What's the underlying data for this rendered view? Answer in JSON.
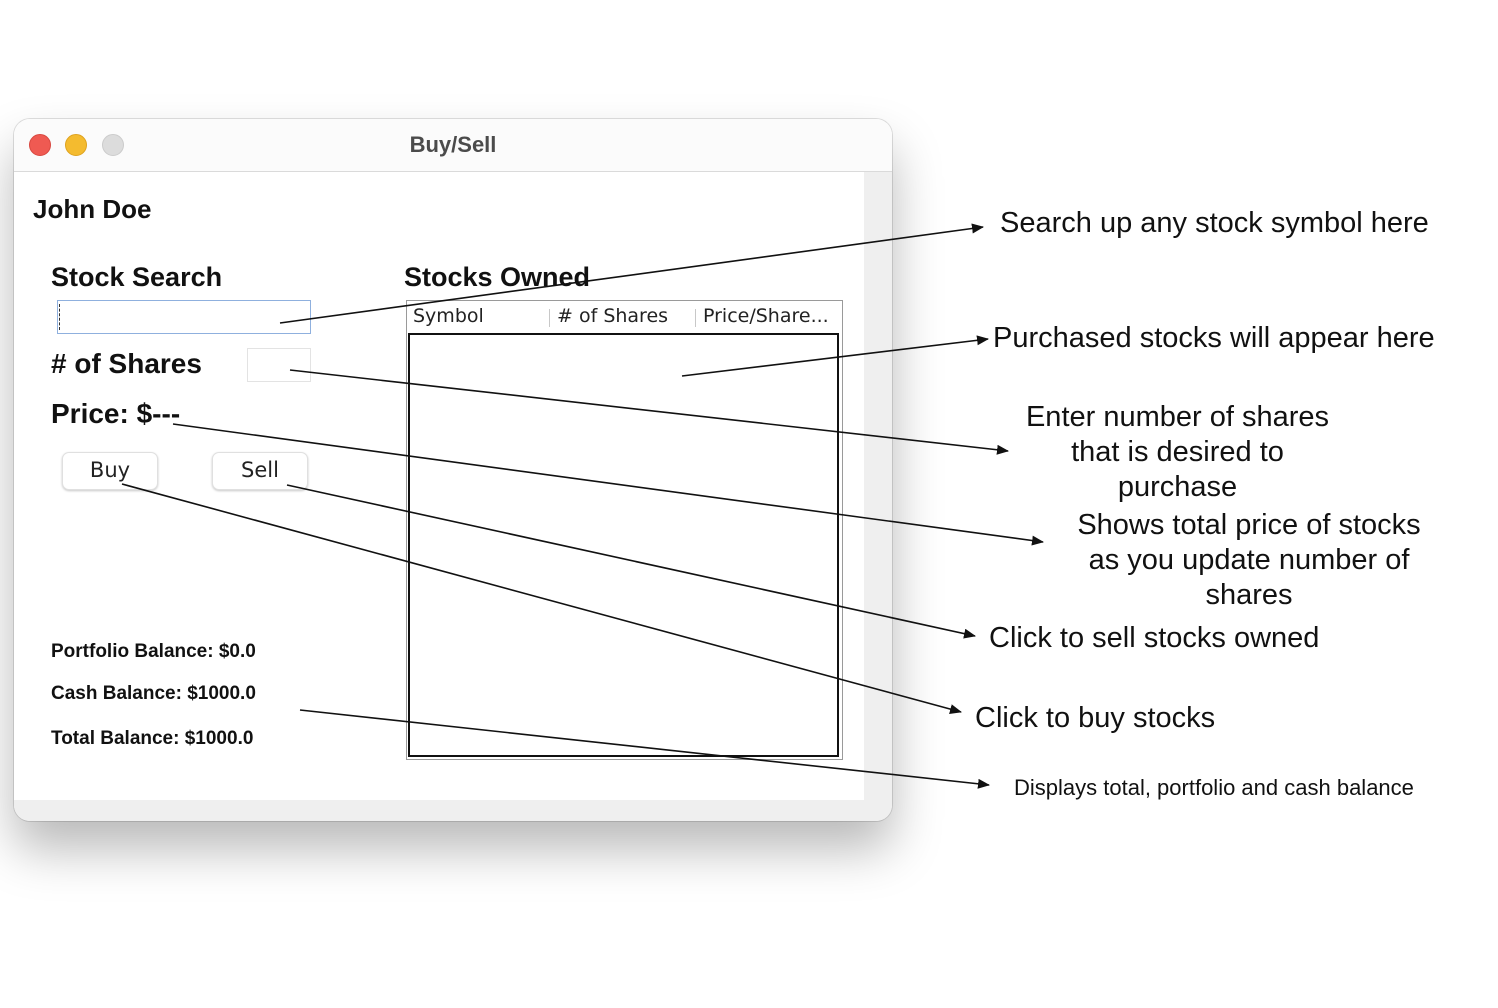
{
  "window": {
    "title": "Buy/Sell",
    "traffic_lights": [
      "close",
      "minimize",
      "zoom"
    ]
  },
  "user": {
    "name": "John Doe"
  },
  "search": {
    "heading": "Stock Search",
    "value": "",
    "placeholder": ""
  },
  "shares": {
    "label": "# of Shares",
    "value": ""
  },
  "price": {
    "label": "Price: $---"
  },
  "buttons": {
    "buy": "Buy",
    "sell": "Sell"
  },
  "balances": {
    "portfolio": "Portfolio Balance: $0.0",
    "cash": "Cash Balance: $1000.0",
    "total": "Total Balance: $1000.0"
  },
  "owned": {
    "heading": "Stocks Owned",
    "columns": [
      "Symbol",
      "# of Shares",
      "Price/Share..."
    ],
    "rows": []
  },
  "annotations": {
    "search": "Search up any stock symbol here",
    "purchased": "Purchased stocks will appear here",
    "enter_shares": "Enter number of shares that is desired to purchase",
    "total_price": "Shows total price of stocks as you update number of shares",
    "sell": "Click to sell stocks owned",
    "buy": "Click to buy stocks",
    "balance": "Displays total, portfolio and cash balance"
  },
  "colors": {
    "close": "#ef5a52",
    "minimize": "#f4bb2f",
    "zoom": "#dcdcdc",
    "input_focus_border": "#8fb0de"
  }
}
